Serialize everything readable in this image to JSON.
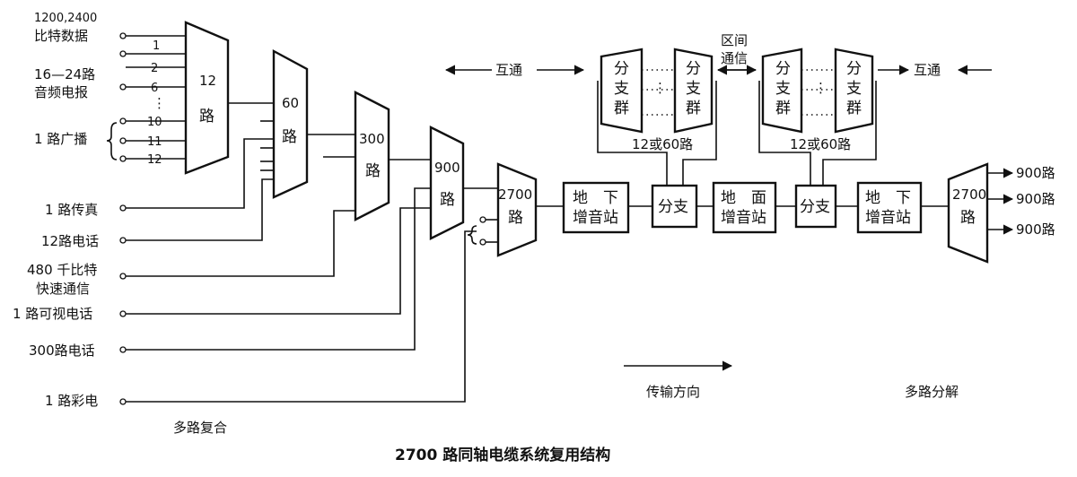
{
  "title": "2700 路同轴电缆系统复用结构",
  "inputs": {
    "data_rate": "1200,2400",
    "data": "比特数据",
    "telegraph_count": "16—24路",
    "telegraph": "音频电报",
    "broadcast": "1 路广播",
    "fax": "1 路传真",
    "phone12": "12路电话",
    "fast_rate": "480 千比特",
    "fast": "快速通信",
    "videophone": "1 路可视电话",
    "phone300": "300路电话",
    "color_tv": "1 路彩电"
  },
  "channel_numbers": [
    "1",
    "2",
    "6",
    "10",
    "11",
    "12"
  ],
  "mux": {
    "m12": [
      "12",
      "路"
    ],
    "m60": [
      "60",
      "路"
    ],
    "m300": [
      "300",
      "路"
    ],
    "m900": [
      "900",
      "路"
    ],
    "m2700": [
      "2700",
      "路"
    ],
    "demux2700": [
      "2700",
      "路"
    ]
  },
  "stations": {
    "underground1": [
      "地　下",
      "增音站"
    ],
    "surface": [
      "地　面",
      "增音站"
    ],
    "underground2": [
      "地　下",
      "增音站"
    ],
    "branch1": "分支",
    "branch2": "分支"
  },
  "branch_group": [
    "分",
    "支",
    "群"
  ],
  "branch_capacity": "12或60路",
  "interconnect": "互通",
  "section_comm": [
    "区间",
    "通信"
  ],
  "outputs": [
    "900路",
    "900路",
    "900路"
  ],
  "labels": {
    "multiplex": "多路复合",
    "direction": "传输方向",
    "demultiplex": "多路分解"
  }
}
